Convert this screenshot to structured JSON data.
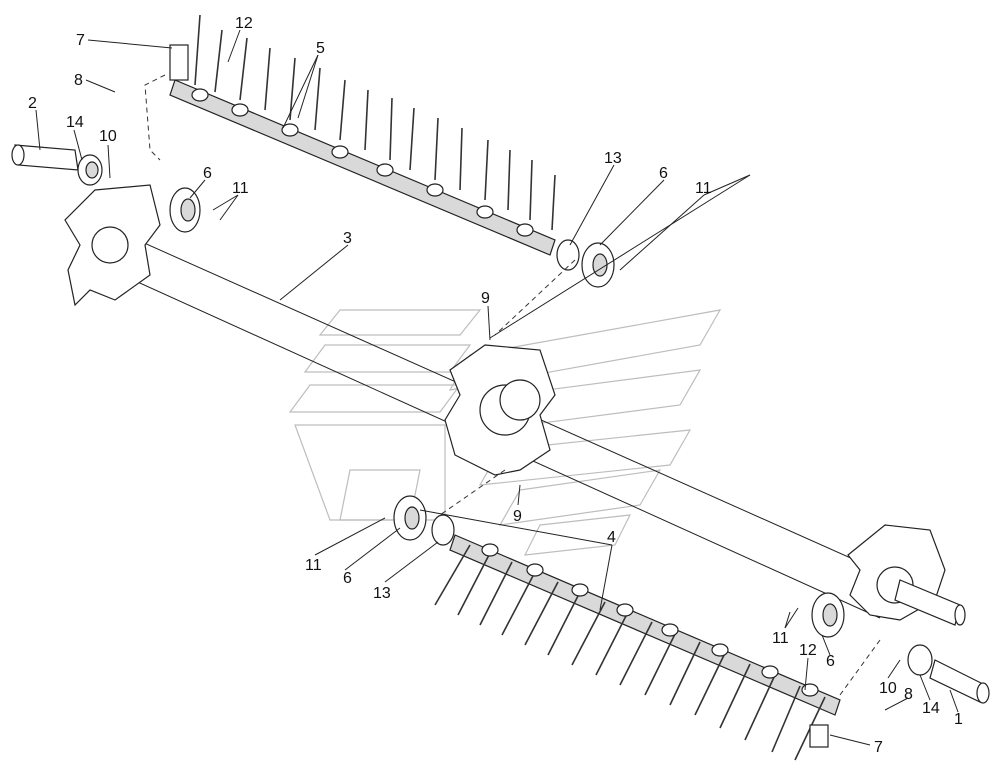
{
  "diagram": {
    "callouts": [
      {
        "id": "c7a",
        "text": "7"
      },
      {
        "id": "c12a",
        "text": "12"
      },
      {
        "id": "c5",
        "text": "5"
      },
      {
        "id": "c8a",
        "text": "8"
      },
      {
        "id": "c2",
        "text": "2"
      },
      {
        "id": "c14a",
        "text": "14"
      },
      {
        "id": "c10a",
        "text": "10"
      },
      {
        "id": "c6a",
        "text": "6"
      },
      {
        "id": "c11a",
        "text": "11"
      },
      {
        "id": "c13a",
        "text": "13"
      },
      {
        "id": "c6b",
        "text": "6"
      },
      {
        "id": "c11b",
        "text": "11"
      },
      {
        "id": "c3",
        "text": "3"
      },
      {
        "id": "c9a",
        "text": "9"
      },
      {
        "id": "c9b",
        "text": "9"
      },
      {
        "id": "c4",
        "text": "4"
      },
      {
        "id": "c11c",
        "text": "11"
      },
      {
        "id": "c6c",
        "text": "6"
      },
      {
        "id": "c13b",
        "text": "13"
      },
      {
        "id": "c11d",
        "text": "11"
      },
      {
        "id": "c12b",
        "text": "12"
      },
      {
        "id": "c6d",
        "text": "6"
      },
      {
        "id": "c10b",
        "text": "10"
      },
      {
        "id": "c8b",
        "text": "8"
      },
      {
        "id": "c14b",
        "text": "14"
      },
      {
        "id": "c1",
        "text": "1"
      },
      {
        "id": "c7b",
        "text": "7"
      }
    ]
  }
}
